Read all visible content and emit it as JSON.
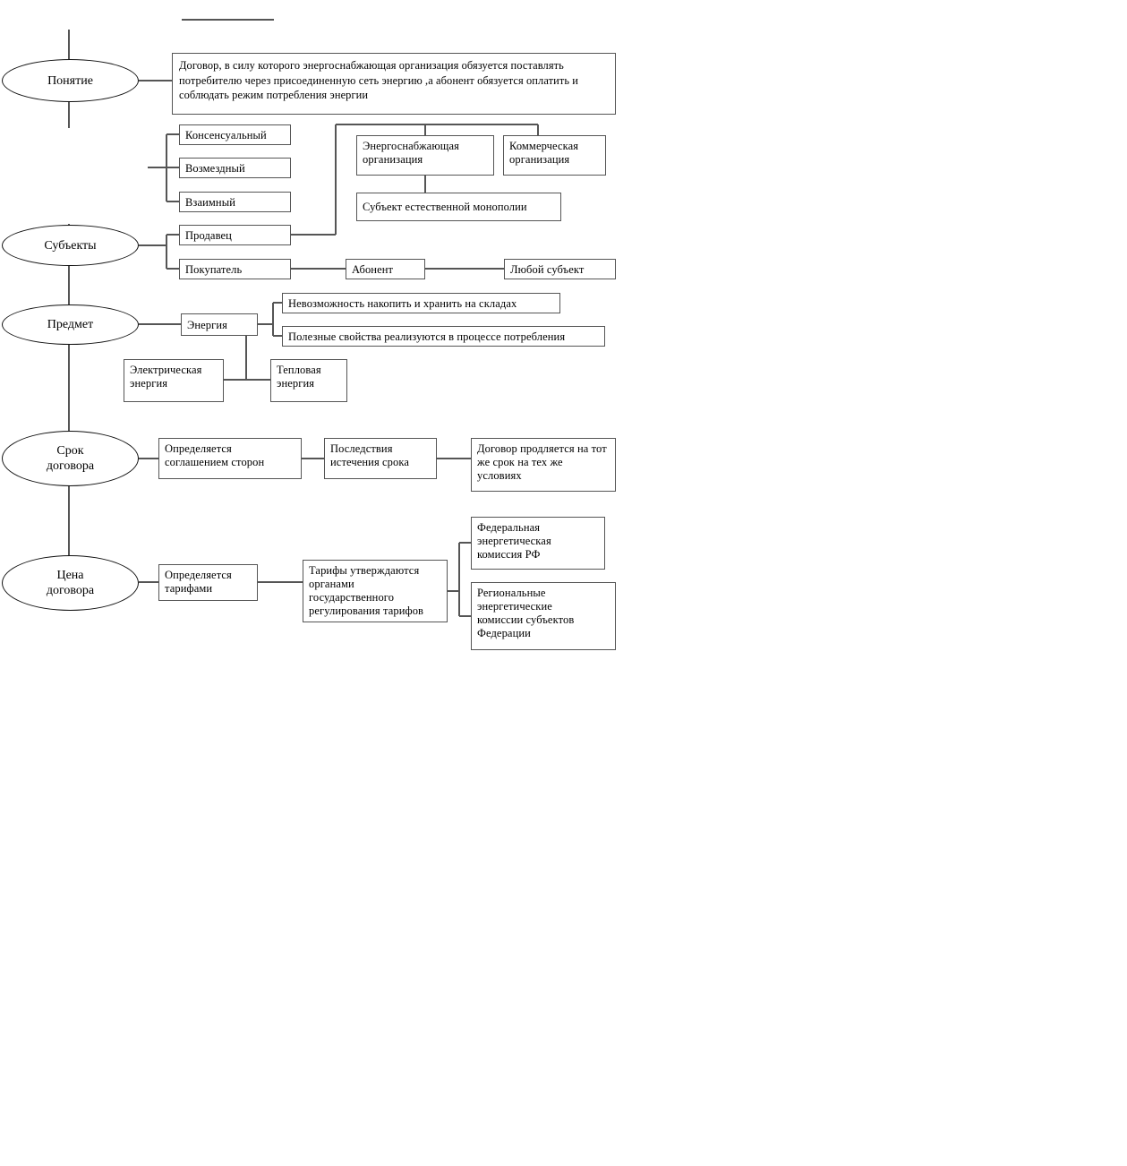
{
  "diagram": {
    "title_rule": "",
    "colors": {
      "box_border": "#555555",
      "ellipse_border": "#111111",
      "connector": "#555555",
      "background": "#ffffff",
      "text": "#000000"
    },
    "ellipses": [
      {
        "id": "ponyatie",
        "label": "Понятие"
      },
      {
        "id": "subekty",
        "label": "Субъекты"
      },
      {
        "id": "predmet",
        "label": "Предмет"
      },
      {
        "id": "srok",
        "label": "Срок\nдоговора"
      },
      {
        "id": "cena",
        "label": "Цена\nдоговора"
      }
    ],
    "boxes": [
      {
        "id": "definition",
        "label": "Договор, в силу которого энергоснабжающая организация обязуется поставлять потребителю через присоединенную  сеть энергию ,а абонент обязуется оплатить и соблюдать режим потребления энергии"
      },
      {
        "id": "konsensualnyy",
        "label": "Консенсуальный"
      },
      {
        "id": "vozmezdnyy",
        "label": "Возмездный"
      },
      {
        "id": "vzaimnyy",
        "label": "Взаимный"
      },
      {
        "id": "prodavec",
        "label": "Продавец"
      },
      {
        "id": "pokupatel",
        "label": "Покупатель"
      },
      {
        "id": "energosnab",
        "label": "Энергоснабжающая\nорганизация"
      },
      {
        "id": "kommercheskaya",
        "label": "Коммерческая\nорганизация"
      },
      {
        "id": "monopoliya",
        "label": "Субъект  естественной монополии"
      },
      {
        "id": "abonent",
        "label": "Абонент"
      },
      {
        "id": "lyuboy",
        "label": "Любой субъект"
      },
      {
        "id": "energiya",
        "label": "Энергия"
      },
      {
        "id": "nevozmozhnost",
        "label": "Невозможность накопить и хранить на складах"
      },
      {
        "id": "poleznye",
        "label": "Полезные свойства реализуются в процессе потребления"
      },
      {
        "id": "elektricheskaya",
        "label": "Электрическая\nэнергия"
      },
      {
        "id": "teplovaya",
        "label": "Тепловая\nэнергия"
      },
      {
        "id": "opredelyaetsya_sogl",
        "label": "Определяется\nсоглашением сторон"
      },
      {
        "id": "posledstviya",
        "label": "Последствия\nистечения срока"
      },
      {
        "id": "prodlyaetsya",
        "label": "Договор продляется на тот же срок на тех же условиях"
      },
      {
        "id": "opredelyaetsya_tar",
        "label": "Определяется\nтарифами"
      },
      {
        "id": "tarify",
        "label": "Тарифы утверждаются органами государственного регулирования тарифов"
      },
      {
        "id": "federalnaya",
        "label": "Федеральная\nэнергетическая\nкомиссия РФ"
      },
      {
        "id": "regionalnye",
        "label": "Региональные\nэнергетические\nкомиссии субъектов\nФедерации"
      }
    ]
  }
}
